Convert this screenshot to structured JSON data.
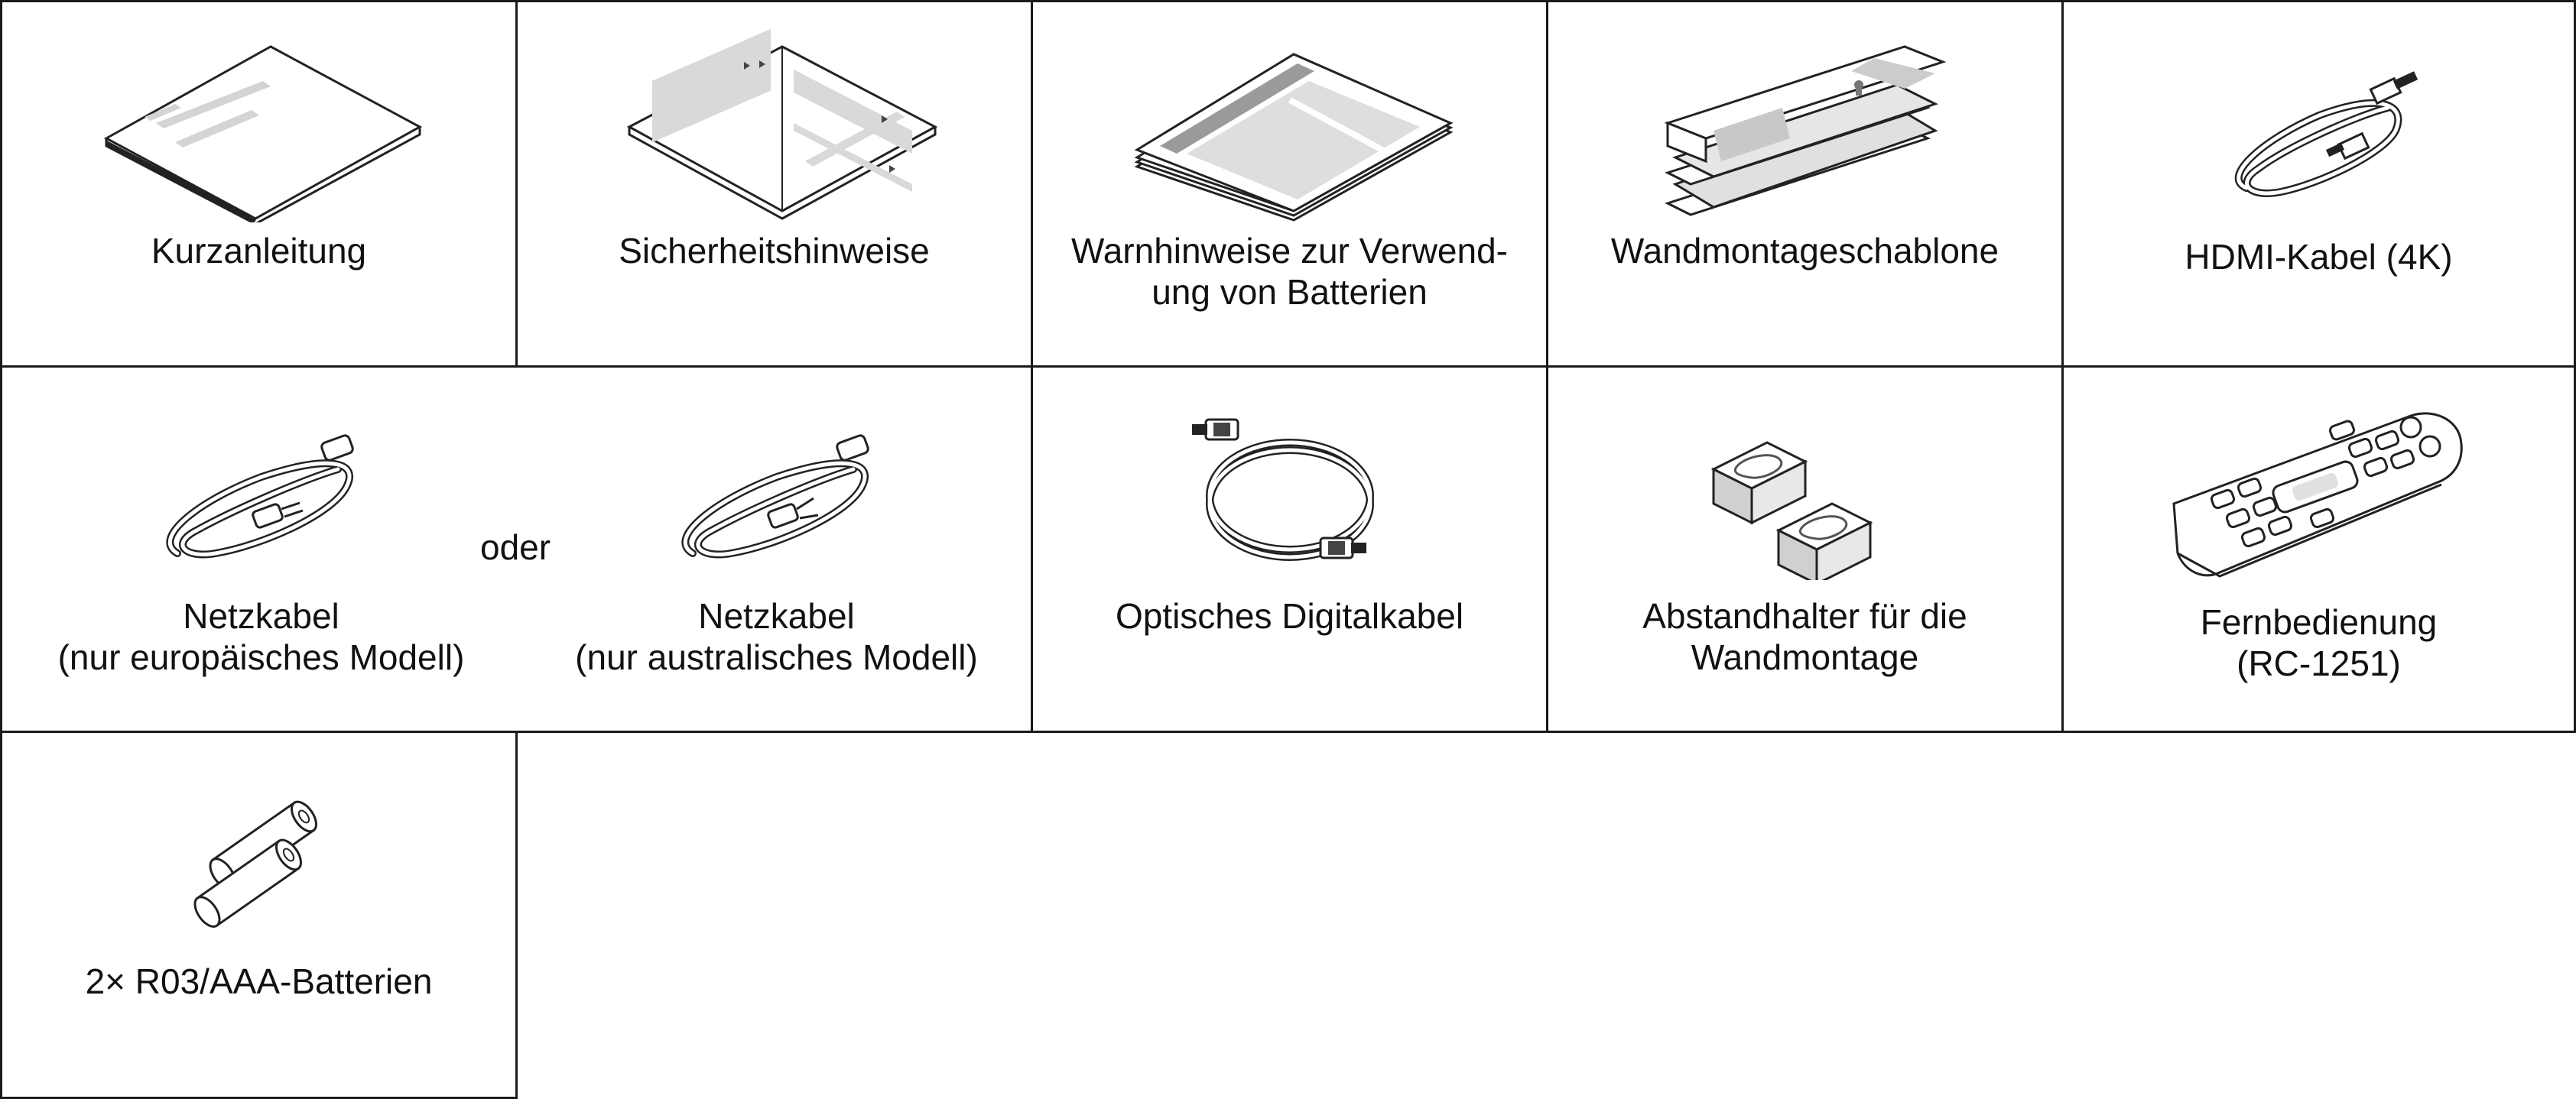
{
  "items": [
    {
      "label": "Kurzanleitung",
      "icon": "booklet-icon"
    },
    {
      "label": "Sicherheitshinweise",
      "icon": "safety-leaflet-icon"
    },
    {
      "label_line1": "Warnhinweise zur Verwend-",
      "label_line2": "ung von Batterien",
      "icon": "battery-warning-leaflet-icon"
    },
    {
      "label": "Wandmontageschablone",
      "icon": "wall-mount-template-icon"
    },
    {
      "label": "HDMI-Kabel (4K)",
      "icon": "hdmi-cable-icon"
    },
    {
      "label_line1": "Netzkabel",
      "label_line2": "(nur europäisches Modell)",
      "icon": "eu-power-cord-icon"
    },
    {
      "label_line1": "Netzkabel",
      "label_line2": "(nur australisches Modell)",
      "icon": "au-power-cord-icon"
    },
    {
      "label": "Optisches Digitalkabel",
      "icon": "optical-cable-icon"
    },
    {
      "label_line1": "Abstandhalter für die",
      "label_line2": "Wandmontage",
      "icon": "spacer-icon"
    },
    {
      "label_line1": "Fernbedienung",
      "label_line2": "(RC-1251)",
      "icon": "remote-control-icon"
    },
    {
      "label": "2× R03/AAA-Batterien",
      "icon": "aaa-batteries-icon"
    }
  ],
  "or_label": "oder"
}
